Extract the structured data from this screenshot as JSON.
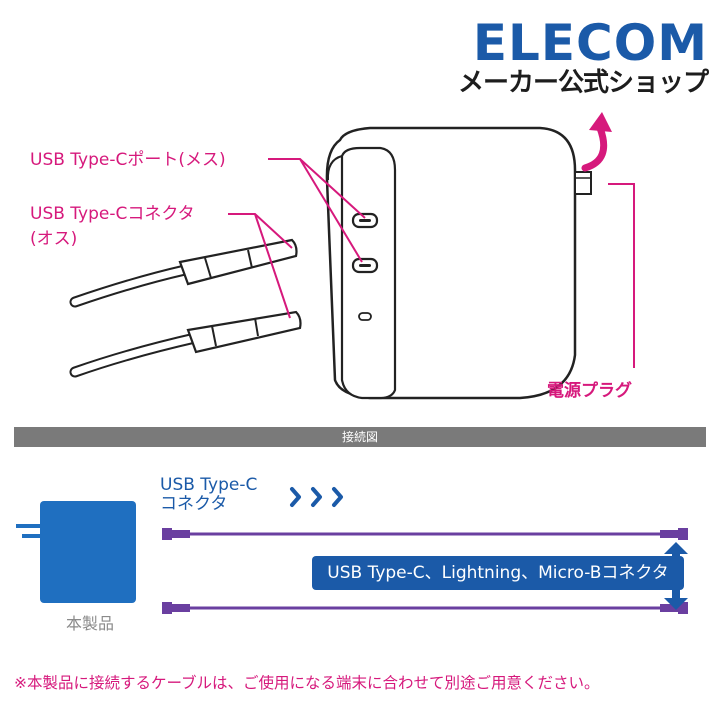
{
  "header": {
    "brand": "ELECOM",
    "shop_label": "メーカー公式ショップ"
  },
  "callouts": {
    "port": "USB Type-Cポート(メス)",
    "connector_line1": "USB Type-Cコネクタ",
    "connector_line2": "(オス)",
    "plug": "電源プラグ"
  },
  "section": {
    "title": "接続図"
  },
  "diagram": {
    "connector_label": "USB Type-C\nコネクタ",
    "compatible_label": "USB Type-C、Lightning、Micro-Bコネクタ",
    "product_label": "本製品"
  },
  "footnote": "※本製品に接続するケーブルは、ご使用になる端末に合わせて別途ご用意ください。",
  "colors": {
    "brand_blue": "#1b5aa8",
    "callout_magenta": "#d6197c",
    "cable_purple": "#6a3fa0",
    "section_gray": "#7a7a7a",
    "product_blue": "#1f6fc0"
  },
  "icons": {
    "rotate_arrow": "curved-arrow-icon",
    "chevrons": "triple-chevron-right-icon",
    "updown_arrow": "up-down-arrow-icon"
  }
}
